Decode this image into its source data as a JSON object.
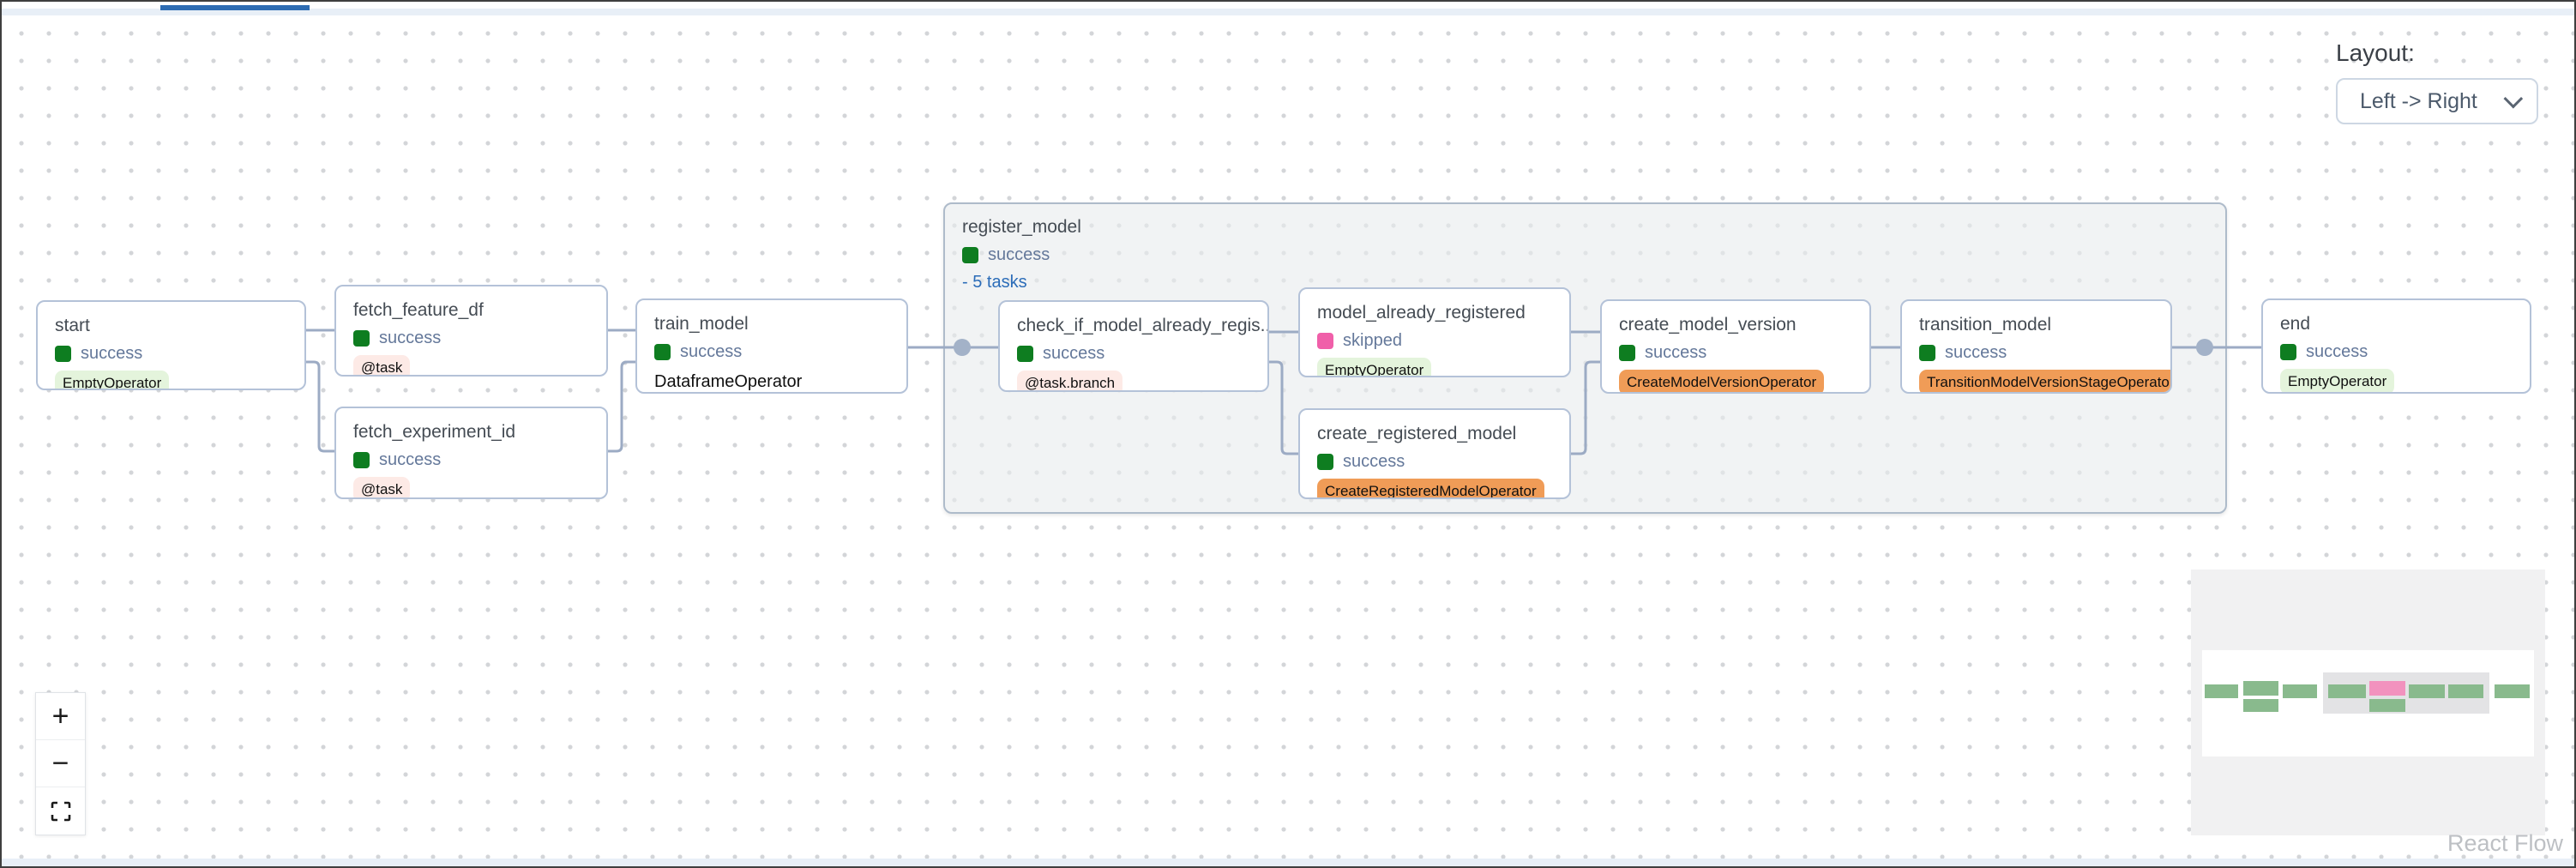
{
  "header": {
    "layout_label": "Layout:",
    "layout_value": "Left -> Right"
  },
  "controls": {
    "zoom_in": "+",
    "zoom_out": "−"
  },
  "attribution": "React Flow",
  "group": {
    "title": "register_model",
    "status": "success",
    "tasks_link": "- 5 tasks"
  },
  "nodes": [
    {
      "id": "start",
      "title": "start",
      "status": "success",
      "operator": "EmptyOperator"
    },
    {
      "id": "fetch_feature_df",
      "title": "fetch_feature_df",
      "status": "success",
      "operator": "@task"
    },
    {
      "id": "fetch_experiment_id",
      "title": "fetch_experiment_id",
      "status": "success",
      "operator": "@task"
    },
    {
      "id": "train_model",
      "title": "train_model",
      "status": "success",
      "operator": "DataframeOperator"
    },
    {
      "id": "check_if_model_already_registered",
      "title": "check_if_model_already_regis...",
      "status": "success",
      "operator": "@task.branch"
    },
    {
      "id": "model_already_registered",
      "title": "model_already_registered",
      "status": "skipped",
      "operator": "EmptyOperator"
    },
    {
      "id": "create_registered_model",
      "title": "create_registered_model",
      "status": "success",
      "operator": "CreateRegisteredModelOperator"
    },
    {
      "id": "create_model_version",
      "title": "create_model_version",
      "status": "success",
      "operator": "CreateModelVersionOperator"
    },
    {
      "id": "transition_model",
      "title": "transition_model",
      "status": "success",
      "operator": "TransitionModelVersionStageOperator"
    },
    {
      "id": "end",
      "title": "end",
      "status": "success",
      "operator": "EmptyOperator"
    }
  ],
  "colors": {
    "success": "#0e7d20",
    "skipped": "#f05fa9",
    "edge": "#9cabc4",
    "tab_indicator": "#2d6cb3",
    "tasks_link": "#2b6cb8",
    "badge_green": "#e4f4dc",
    "badge_pink": "#fdeae6",
    "badge_orange": "#f09c57",
    "minimap_green": "#89ba8d",
    "minimap_pink": "#f292be"
  }
}
